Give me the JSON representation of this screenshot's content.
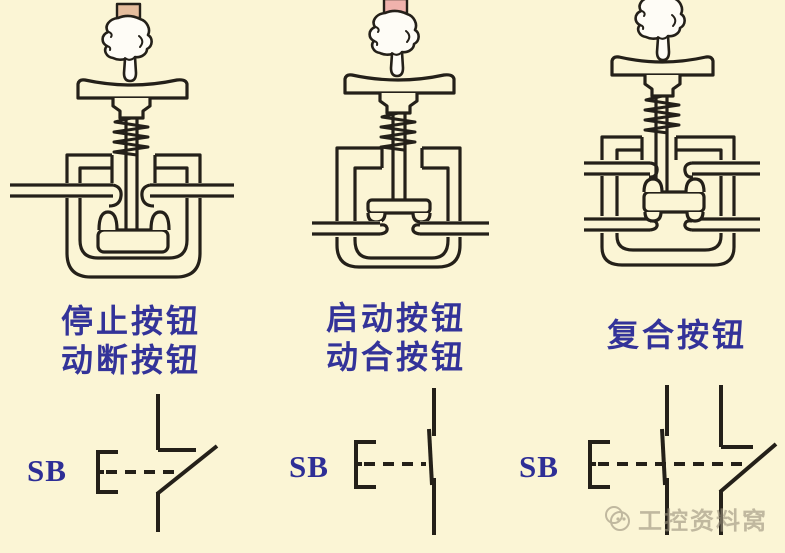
{
  "page": {
    "background_color": "#fbf5d5",
    "line_color": "#242019",
    "label_color": "#333399"
  },
  "columns": [
    {
      "labels": [
        "停止按钮",
        "动断按钮"
      ],
      "symbol_designator": "SB",
      "contact_symbol": "normally-closed"
    },
    {
      "labels": [
        "启动按钮",
        "动合按钮"
      ],
      "symbol_designator": "SB",
      "contact_symbol": "normally-open"
    },
    {
      "labels": [
        "复合按钮"
      ],
      "symbol_designator": "SB",
      "contact_symbol": "normally-open + normally-closed"
    }
  ],
  "watermark": {
    "text": "工控资料窝"
  }
}
